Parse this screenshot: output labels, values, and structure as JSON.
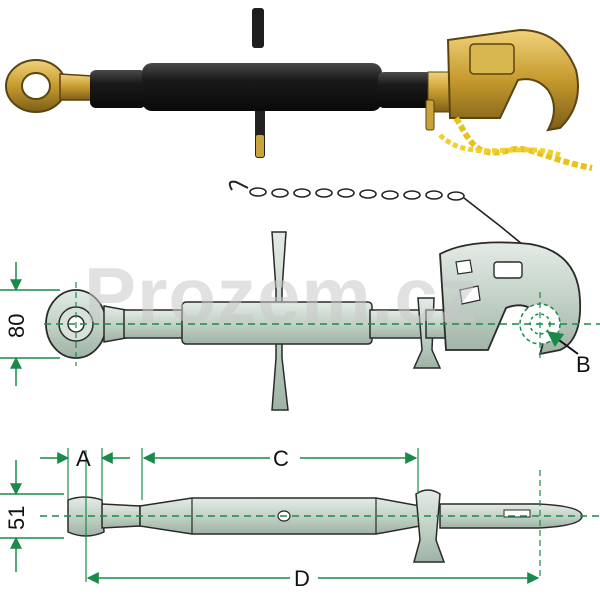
{
  "watermark": "Prozem.cz",
  "dimensions": {
    "height_front": "80",
    "height_side": "51",
    "label_a": "A",
    "label_b": "B",
    "label_c": "C",
    "label_d": "D"
  },
  "colors": {
    "guide": "#1a8a4a",
    "dim_line": "#1a8a4a",
    "part_fill": "#c9d6cc",
    "part_stroke": "#2a2a2a",
    "tube_black": "#1c1c1c",
    "brass": "#c9a43a",
    "chain_yellow": "#e8c21a"
  },
  "icons": {
    "top_link_photo": "top-link-photo",
    "top_link_front_drawing": "top-link-front-drawing",
    "top_link_side_drawing": "top-link-side-drawing"
  }
}
